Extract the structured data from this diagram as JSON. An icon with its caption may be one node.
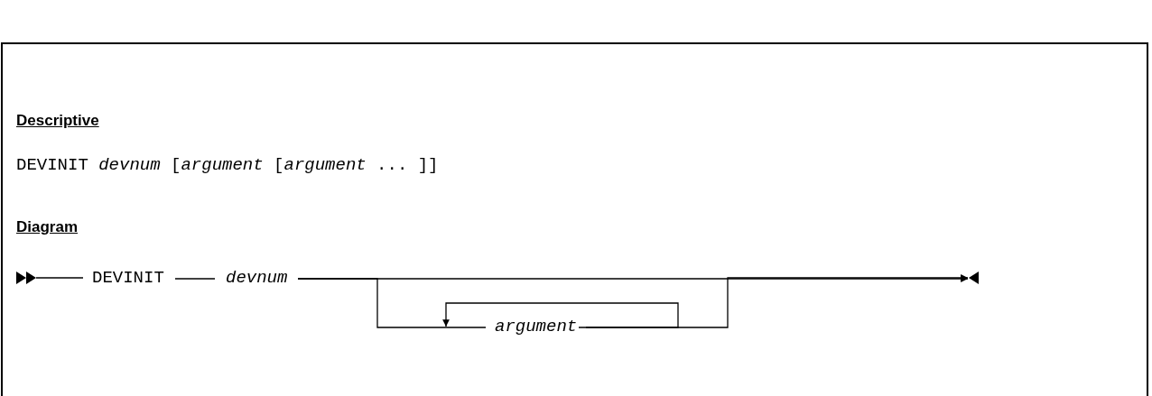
{
  "diagram": {
    "nodes": [
      {
        "text": [],
        "shape": "arrowhead"
      },
      {
        "text": [
          "DEVINIT"
        ]
      },
      {
        "text": [
          "devnum"
        ]
      },
      {
        "text": [
          "argument"
        ]
      },
      {
        "text": [],
        "shape": "arrowhead"
      }
    ],
    "edges": [
      {
        "from": 0,
        "to": 1,
        "arrow": "none"
      },
      {
        "from": 1,
        "to": 2,
        "arrow": "none"
      },
      {
        "from": 2,
        "to": 4,
        "arrow": "to"
      },
      {
        "from": 2,
        "to": 3,
        "arrow": "none"
      },
      {
        "from": 3,
        "to": 3,
        "arrow": "to"
      },
      {
        "from": 3,
        "to": 4,
        "arrow": "to"
      }
    ],
    "labels": [
      "Descriptive",
      "DEVINIT *devnum* [*argument* [*argument* ... ]]",
      "Diagram"
    ]
  }
}
